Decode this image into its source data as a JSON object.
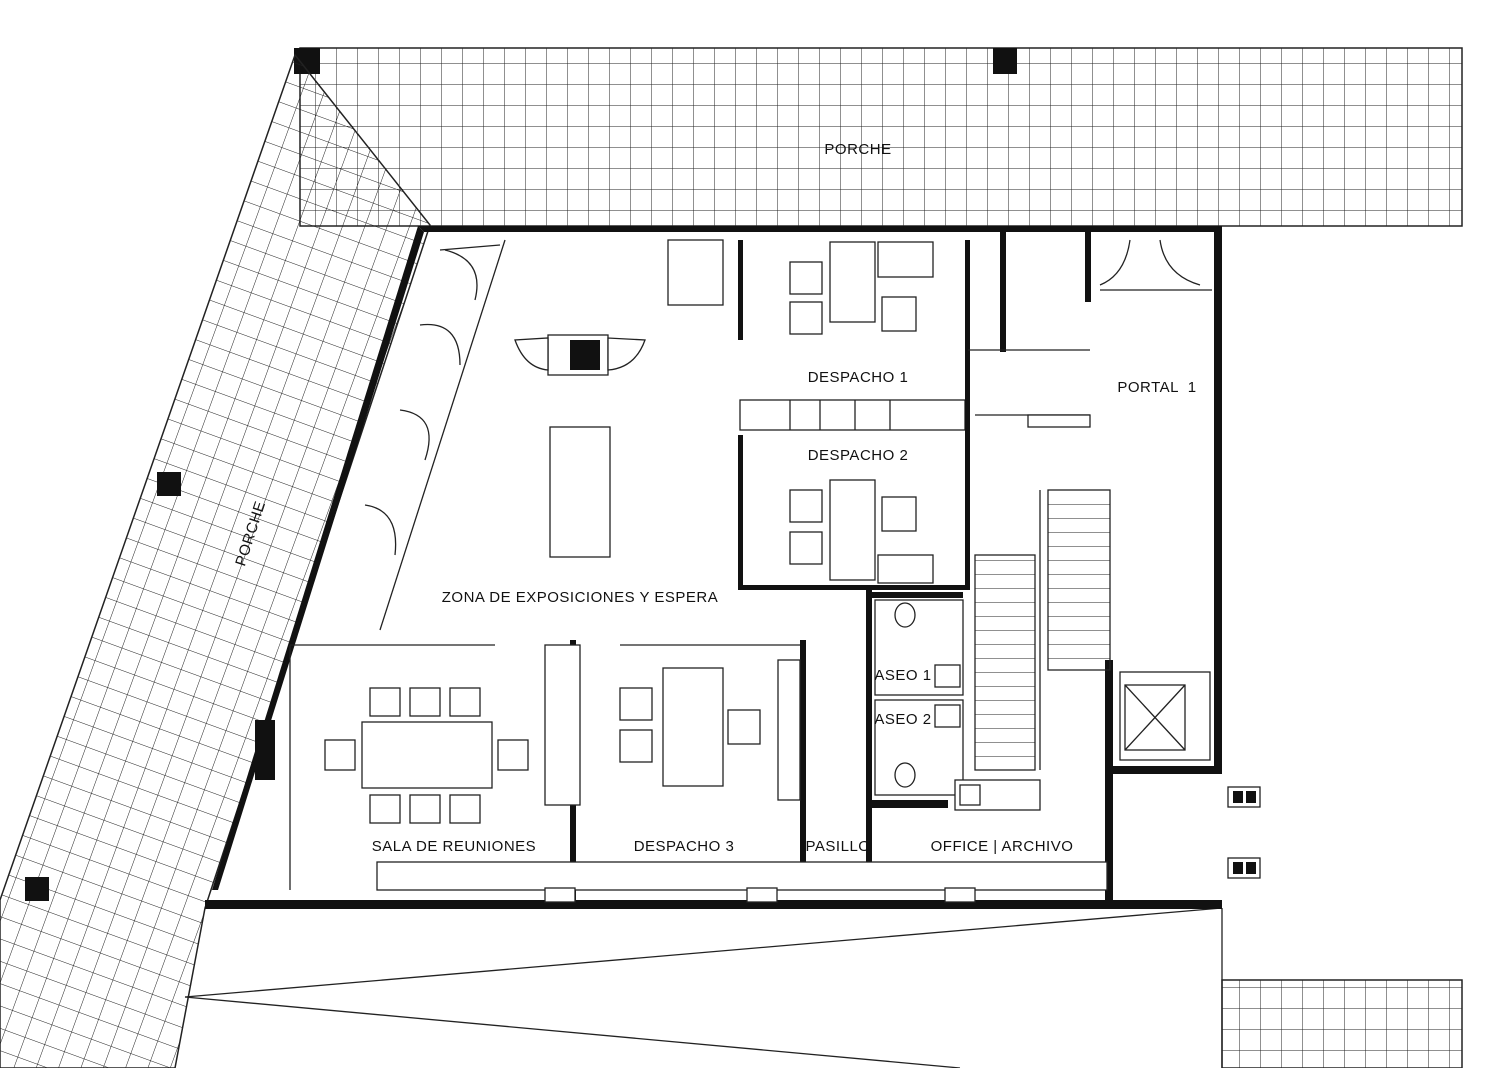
{
  "rooms": {
    "porche_top": "PORCHE",
    "porche_left": "PORCHE",
    "zona": "ZONA DE EXPOSICIONES Y ESPERA",
    "despacho1": "DESPACHO 1",
    "despacho2": "DESPACHO 2",
    "despacho3": "DESPACHO 3",
    "portal": "PORTAL  1",
    "aseo1": "ASEO 1",
    "aseo2": "ASEO 2",
    "sala": "SALA DE REUNIONES",
    "pasillo": "PASILLO",
    "office": "OFFICE | ARCHIVO"
  },
  "colors": {
    "line": "#111111",
    "background": "#ffffff"
  }
}
